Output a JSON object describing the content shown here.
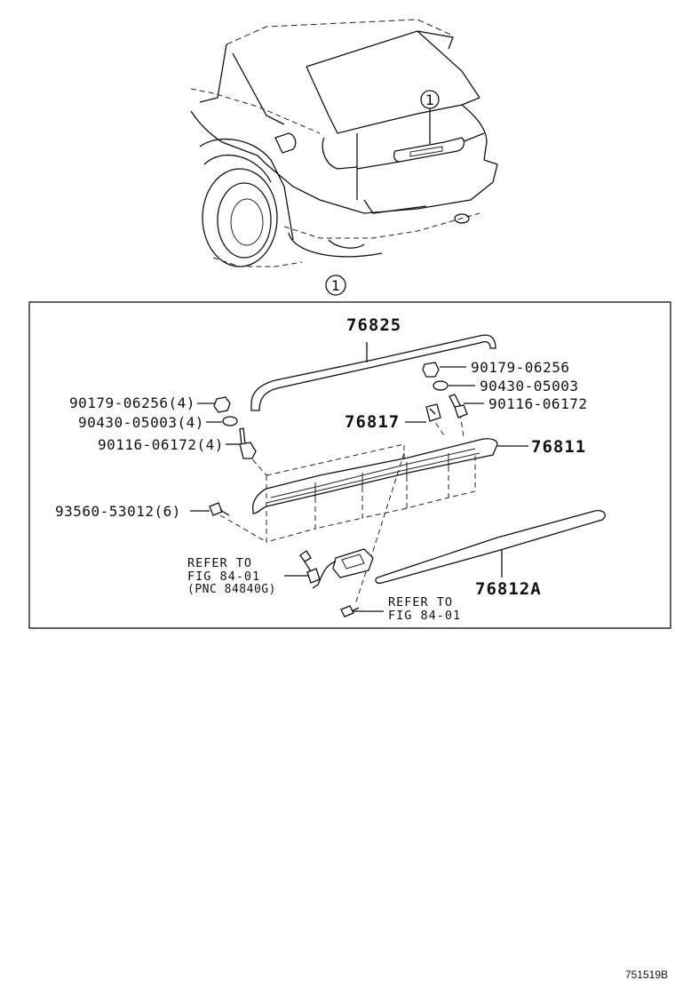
{
  "callout": {
    "number": "1"
  },
  "labels": {
    "p76825": "76825",
    "p90179_right": "90179-06256",
    "p90430_right": "90430-05003",
    "p90116_right": "90116-06172",
    "p90179_left": "90179-06256(4)",
    "p90430_left": "90430-05003(4)",
    "p90116_left": "90116-06172(4)",
    "p76817": "76817",
    "p76811": "76811",
    "p93560": "93560-53012(6)",
    "p76812A": "76812A"
  },
  "refer_lamp": {
    "line1": "REFER TO",
    "line2": "FIG 84-01",
    "line3": "(PNC 84840G)"
  },
  "refer_bolt": {
    "line1": "REFER TO",
    "line2": "FIG 84-01"
  },
  "figure_id": "751519B"
}
